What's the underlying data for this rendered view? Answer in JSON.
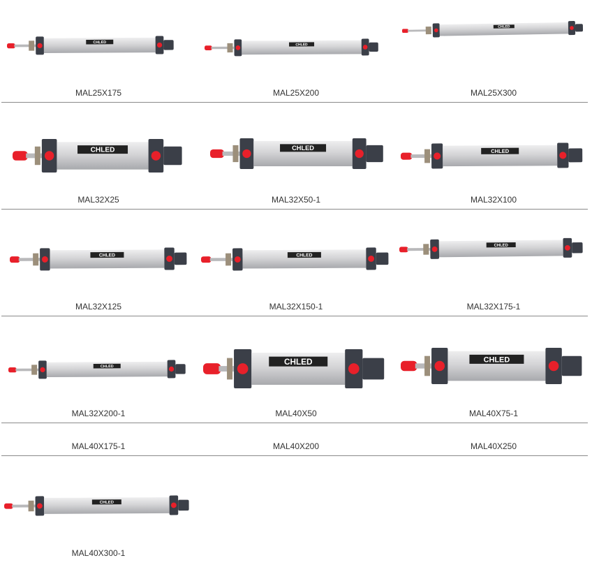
{
  "colors": {
    "barrel": "#d4d4d6",
    "end_cap": "#3b3f48",
    "port": "#e8202a",
    "rod_cap": "#e8202a",
    "rule": "#8a8a8a",
    "caption": "#333333"
  },
  "brand_label": "CHLED",
  "products": [
    {
      "label": "MAL25X175"
    },
    {
      "label": "MAL25X200"
    },
    {
      "label": "MAL25X300"
    },
    {
      "label": "MAL32X25"
    },
    {
      "label": "MAL32X50-1"
    },
    {
      "label": "MAL32X100"
    },
    {
      "label": "MAL32X125"
    },
    {
      "label": "MAL32X150-1"
    },
    {
      "label": "MAL32X175-1"
    },
    {
      "label": "MAL32X200-1"
    },
    {
      "label": "MAL40X50"
    },
    {
      "label": "MAL40X75-1"
    },
    {
      "label": "MAL40X175-1"
    },
    {
      "label": "MAL40X200"
    },
    {
      "label": "MAL40X250"
    },
    {
      "label": "MAL40X300-1"
    }
  ]
}
